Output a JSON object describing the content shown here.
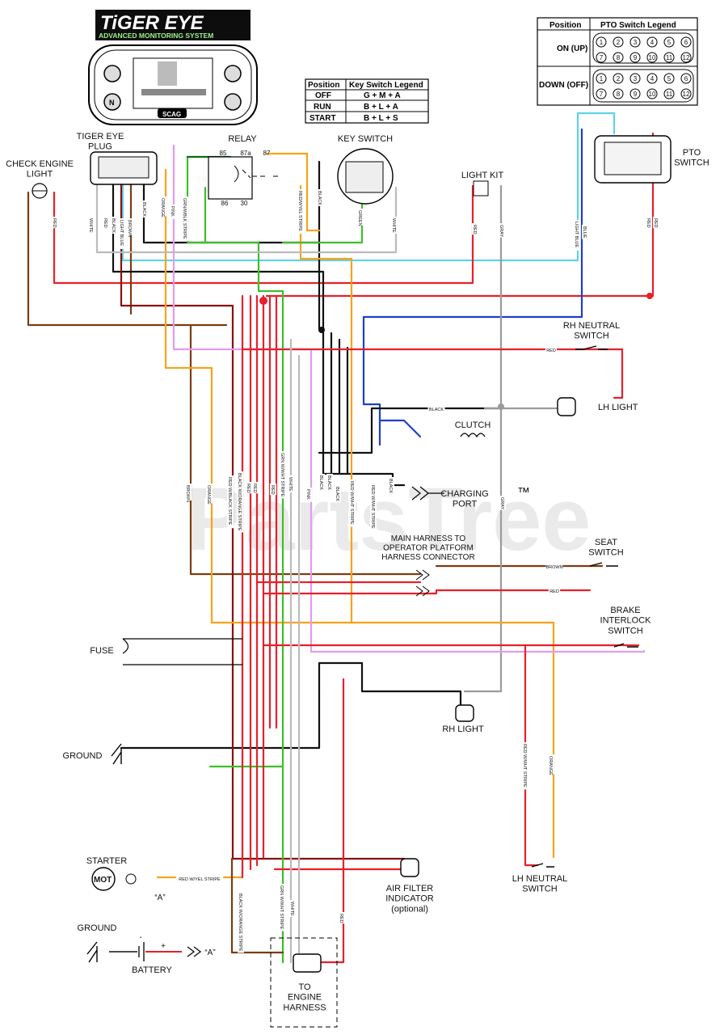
{
  "logo": {
    "line1": "TiGER EYE",
    "line2": "ADVANCED MONITORING SYSTEM",
    "badge": "SCAG"
  },
  "key_switch_legend": {
    "header": [
      "Position",
      "Key Switch Legend"
    ],
    "rows": [
      [
        "OFF",
        "G + M + A"
      ],
      [
        "RUN",
        "B + L + A"
      ],
      [
        "START",
        "B + L + S"
      ]
    ]
  },
  "pto_switch_legend": {
    "header": [
      "Position",
      "PTO Switch Legend"
    ],
    "rows": [
      {
        "position": "ON (UP)"
      },
      {
        "position": "DOWN (OFF)"
      }
    ],
    "pins_top": [
      "1",
      "2",
      "3",
      "4",
      "5",
      "6"
    ],
    "pins_bottom": [
      "7",
      "8",
      "9",
      "10",
      "11",
      "12"
    ]
  },
  "components": {
    "tiger_eye_plug": "TIGER EYE\nPLUG",
    "check_engine_light": "CHECK ENGINE\nLIGHT",
    "relay": "RELAY",
    "key_switch": "KEY SWITCH",
    "light_kit": "LIGHT KIT",
    "pto_switch": "PTO\nSWITCH",
    "rh_neutral_switch": "RH NEUTRAL\nSWITCH",
    "lh_light": "LH LIGHT",
    "clutch": "CLUTCH",
    "charging_port": "CHARGING\nPORT",
    "harness_connector": "MAIN HARNESS TO\nOPERATOR PLATFORM\nHARNESS CONNECTOR",
    "seat_switch": "SEAT\nSWITCH",
    "brake_interlock_switch": "BRAKE\nINTERLOCK\nSWITCH",
    "fuse": "FUSE",
    "rh_light": "RH LIGHT",
    "ground_1": "GROUND",
    "starter": "STARTER",
    "mot": "MOT",
    "air_filter": "AIR FILTER\nINDICATOR\n(optional)",
    "lh_neutral_switch": "LH NEUTRAL\nSWITCH",
    "ground_2": "GROUND",
    "battery": "BATTERY",
    "to_engine_harness": "TO\nENGINE\nHARNESS",
    "a_mark_1": "“A”",
    "a_mark_2": "“A”",
    "relay_85": "85",
    "relay_86": "86",
    "relay_87a": "87a",
    "relay_87": "87",
    "relay_30": "30",
    "battery_minus": "-",
    "battery_plus": "+"
  },
  "wire_labels": {
    "white_plug": "WHITE",
    "red_plug": "RED",
    "black_plug": "BLACK",
    "light_blue_plug": "LIGHT BLUE",
    "brown_plug": "BROWN",
    "black_plug2": "BLACK",
    "orange_plug": "ORANGE",
    "pink_plug": "PINK",
    "grn_blk": "GRN/WBLK STRIPE",
    "red_cel": "RED",
    "red_yel": "RED/WYEL STRIPE",
    "black_key": "BLACK",
    "green_key": "GREEN",
    "white_key": "WHITE",
    "red_lightkit": "RED",
    "gray_lightkit": "GRAY",
    "light_blue_pto": "LIGHT BLUE",
    "blue_pto": "BLUE",
    "red_pto1": "RED",
    "red_pto2": "RED",
    "red_rh_neutral": "RED",
    "black_lh_light": "BLACK",
    "brown_vert": "BROWN",
    "orange_vert": "ORANGE",
    "red_wblk": "RED W/BLACK STRIPE",
    "blk_worange": "BLACK W/ORANGE STRIPE",
    "red_v1": "RED",
    "red_v2": "RED",
    "red_v3": "RED",
    "red_v4": "RED",
    "grn_wwht": "GRN W/WHT STRIPE",
    "white_v": "WHITE",
    "pink_v": "PINK",
    "black_v1": "BLACK",
    "black_v2": "BLACK",
    "black_v3": "BLACK",
    "red_wwht_v": "RED W/WHT STRIPE",
    "red_wwht_v2": "RED W/WHT STRIPE",
    "black_charge": "BLACK",
    "gray_vert": "GRAY",
    "brown_seat": "BROWN",
    "red_seat": "RED",
    "red_wwht_lhn": "RED W/WHT STRIPE",
    "orange_lhn": "ORANGE",
    "red_wyel_starter": "RED W/YEL STRIPE",
    "blk_worange_bottom": "BLACK W/ORANGE STRIPE",
    "grn_wwht_bottom": "GRN W/WHT STRIPE",
    "white_bottom": "WHITE",
    "red_bottom": "RED"
  },
  "watermark": "PartsTree",
  "watermark_tm": "™",
  "colors": {
    "red": "#e8202a",
    "black": "#111111",
    "orange": "#f7a21b",
    "brown": "#7a3d12",
    "green": "#3dbf2a",
    "pink": "#e39bef",
    "light_blue": "#5fd3e6",
    "blue": "#1f3fc9",
    "gray": "#9a9a9a",
    "dark_red": "#8a1010",
    "dark_green": "#0a6b12"
  }
}
